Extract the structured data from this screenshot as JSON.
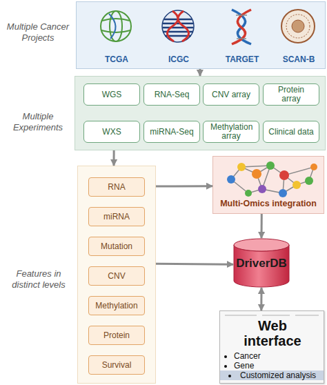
{
  "diagram": {
    "nodes": [
      {
        "text": [
          "Multiple Cancer Projects"
        ]
      },
      {
        "text": [
          "TCGA"
        ],
        "in": 0
      },
      {
        "text": [
          "ICGC"
        ],
        "in": 0
      },
      {
        "text": [
          "TARGET"
        ],
        "in": 0
      },
      {
        "text": [
          "SCAN-B"
        ],
        "in": 0
      },
      {
        "text": [
          "Multiple Experiments"
        ]
      },
      {
        "text": [
          "WGS"
        ],
        "in": 5
      },
      {
        "text": [
          "RNA-Seq"
        ],
        "in": 5
      },
      {
        "text": [
          "CNV array"
        ],
        "in": 5
      },
      {
        "text": [
          "Protein array"
        ],
        "in": 5
      },
      {
        "text": [
          "WXS"
        ],
        "in": 5
      },
      {
        "text": [
          "miRNA-Seq"
        ],
        "in": 5
      },
      {
        "text": [
          "Methylation array"
        ],
        "in": 5
      },
      {
        "text": [
          "Clinical data"
        ],
        "in": 5
      },
      {
        "text": [
          "Features in distinct levels"
        ]
      },
      {
        "text": [
          "RNA"
        ],
        "in": 14
      },
      {
        "text": [
          "miRNA"
        ],
        "in": 14
      },
      {
        "text": [
          "Mutation"
        ],
        "in": 14
      },
      {
        "text": [
          "CNV"
        ],
        "in": 14
      },
      {
        "text": [
          "Methylation"
        ],
        "in": 14
      },
      {
        "text": [
          "Protein"
        ],
        "in": 14
      },
      {
        "text": [
          "Survival"
        ],
        "in": 14
      },
      {
        "text": [
          "Multi-Omics integration"
        ]
      },
      {
        "text": [
          "DriverDB"
        ]
      },
      {
        "text": [
          "Web interface",
          "Cancer",
          "Gene",
          "Customized analysis"
        ]
      }
    ],
    "edges": [
      {
        "from": 0,
        "to": 5,
        "arrow": "to"
      },
      {
        "from": 5,
        "to": 14,
        "arrow": "to"
      },
      {
        "from": 14,
        "to": 22,
        "arrow": "to"
      },
      {
        "from": 22,
        "to": 23,
        "arrow": "to"
      },
      {
        "from": 14,
        "to": 23,
        "arrow": "to"
      },
      {
        "from": 23,
        "to": 24,
        "arrow": "both"
      }
    ]
  }
}
